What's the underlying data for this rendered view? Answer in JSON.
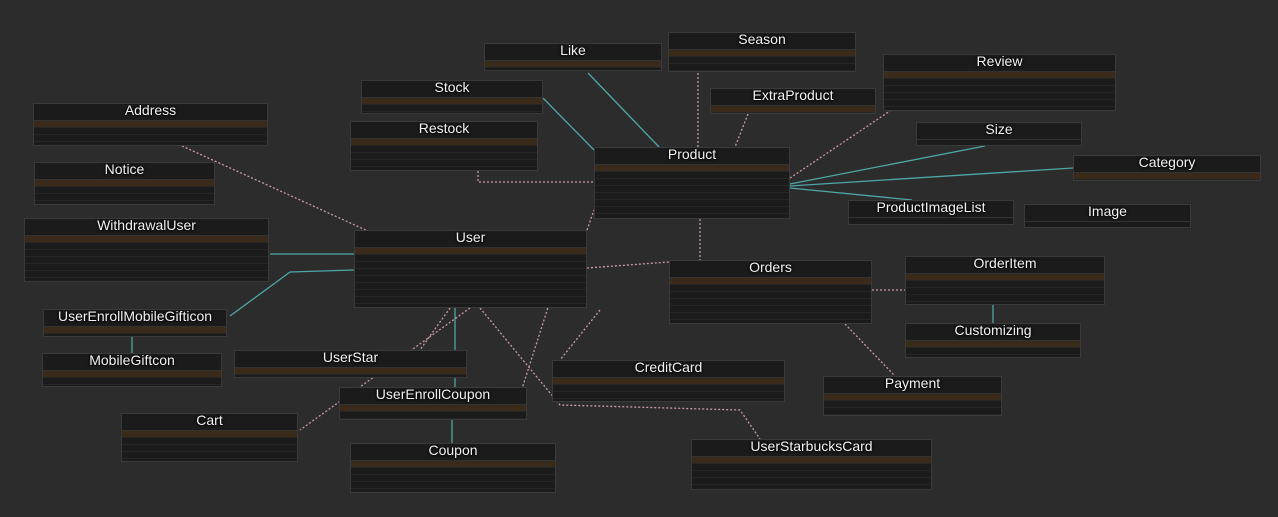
{
  "colors": {
    "background": "#2c2c2c",
    "table_body": "#1b1b1b",
    "pk_row": "#3a2a1a",
    "fk_link": "#4ea6a6",
    "relation_link": "#c99ba2",
    "title": "#f2f2f2"
  },
  "tables": [
    {
      "id": "like",
      "title": "Like"
    },
    {
      "id": "season",
      "title": "Season"
    },
    {
      "id": "stock",
      "title": "Stock"
    },
    {
      "id": "extraproduct",
      "title": "ExtraProduct"
    },
    {
      "id": "review",
      "title": "Review"
    },
    {
      "id": "address",
      "title": "Address"
    },
    {
      "id": "restock",
      "title": "Restock"
    },
    {
      "id": "size",
      "title": "Size"
    },
    {
      "id": "product",
      "title": "Product"
    },
    {
      "id": "category",
      "title": "Category"
    },
    {
      "id": "notice",
      "title": "Notice"
    },
    {
      "id": "productimagelist",
      "title": "ProductImageList"
    },
    {
      "id": "image",
      "title": "Image"
    },
    {
      "id": "withdrawaluser",
      "title": "WithdrawalUser"
    },
    {
      "id": "user",
      "title": "User"
    },
    {
      "id": "orders",
      "title": "Orders"
    },
    {
      "id": "orderitem",
      "title": "OrderItem"
    },
    {
      "id": "userenrollmobilegifticon",
      "title": "UserEnrollMobileGifticon"
    },
    {
      "id": "customizing",
      "title": "Customizing"
    },
    {
      "id": "mobilegiftcon",
      "title": "MobileGiftcon"
    },
    {
      "id": "userstar",
      "title": "UserStar"
    },
    {
      "id": "creditcard",
      "title": "CreditCard"
    },
    {
      "id": "payment",
      "title": "Payment"
    },
    {
      "id": "userenrollcoupon",
      "title": "UserEnrollCoupon"
    },
    {
      "id": "cart",
      "title": "Cart"
    },
    {
      "id": "userstarbuckscard",
      "title": "UserStarbucksCard"
    },
    {
      "id": "coupon",
      "title": "Coupon"
    }
  ]
}
